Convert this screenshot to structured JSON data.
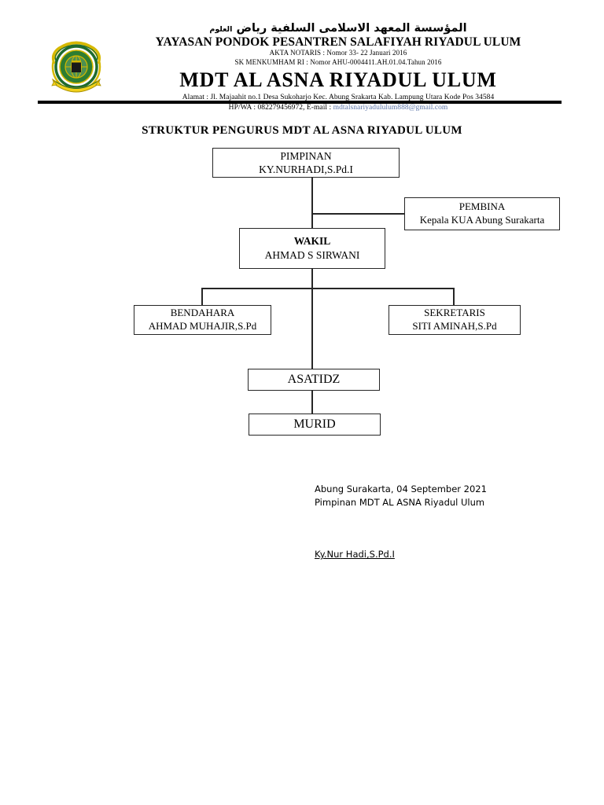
{
  "document": {
    "letterhead": {
      "arabic_title": "المؤسسة المعهد الاسلامى السلفية رياض",
      "arabic_title_small": "العلوم",
      "foundation_name": "YAYASAN PONDOK PESANTREN SALAFIYAH RIYADUL ULUM",
      "notary_line": "AKTA NOTARIS : Nomor 33- 22 Januari 2016",
      "sk_line": "SK MENKUMHAM RI : Nomor AHU-0004411.AH.01.04.Tahun 2016",
      "institution_name": "MDT AL ASNA RIYADUL ULUM",
      "address_line": "Alamat  : Jl. Majaahit no.1 Desa  Sukoharjo  Kec. Abung Srakarta  Kab. Lampung Utara Kode Pos 34584",
      "contact_prefix": "HP/WA : 082279456972, E-mail : ",
      "email": "mdtalsnariyadululum888@gmail.com",
      "email_color": "#5b74a8",
      "logo_name": "yayasan-logo"
    },
    "chart_title": "STRUKTUR PENGURUS MDT AL ASNA RIYADUL ULUM",
    "org_chart": {
      "nodes": [
        {
          "id": "pimpinan",
          "role": "PIMPINAN",
          "person": "KY.NURHADI,S.Pd.I"
        },
        {
          "id": "pembina",
          "role": "PEMBINA",
          "person": "Kepala KUA Abung Surakarta"
        },
        {
          "id": "wakil",
          "role": "WAKIL",
          "person": "AHMAD S SIRWANI"
        },
        {
          "id": "bendahara",
          "role": "BENDAHARA",
          "person": "AHMAD MUHAJIR,S.Pd"
        },
        {
          "id": "sekretaris",
          "role": "SEKRETARIS",
          "person": "SITI AMINAH,S.Pd"
        },
        {
          "id": "asatidz",
          "role": "ASATIDZ",
          "person": ""
        },
        {
          "id": "murid",
          "role": "MURID",
          "person": ""
        }
      ]
    },
    "signature": {
      "place_date": "Abung Surakarta, 04 September 2021",
      "title_line": "Pimpinan MDT AL ASNA Riyadul Ulum",
      "signer_name": "Ky.Nur Hadi,S.Pd.I"
    }
  }
}
